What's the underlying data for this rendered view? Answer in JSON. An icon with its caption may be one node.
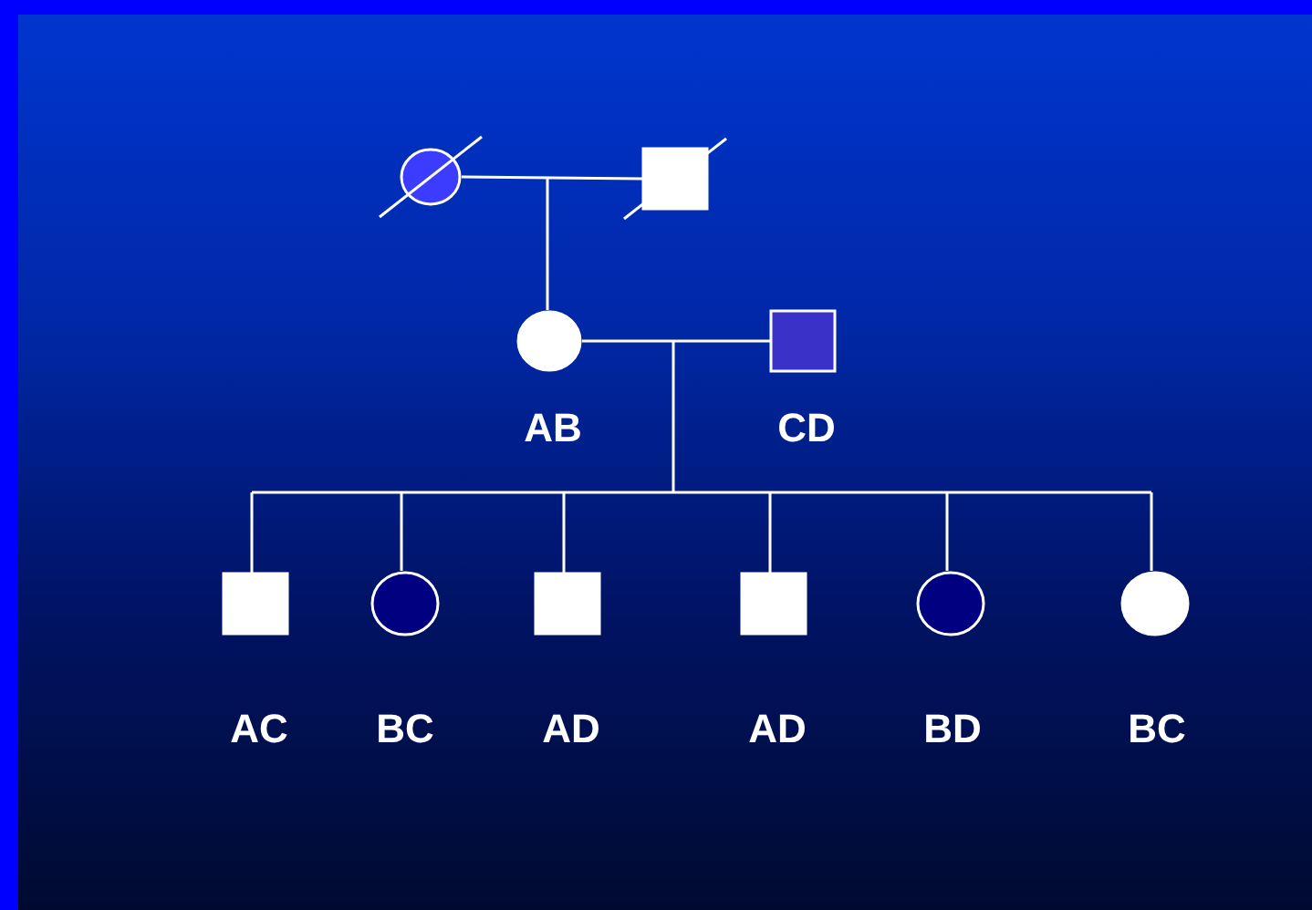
{
  "diagram": {
    "nodes": [
      {
        "text": [],
        "shape": "circle"
      },
      {
        "text": [],
        "shape": "box"
      },
      {
        "text": [],
        "shape": "circle",
        "beside": [
          "AB"
        ]
      },
      {
        "text": [],
        "shape": "box",
        "beside": [
          "CD"
        ]
      },
      {
        "text": [],
        "shape": "box",
        "beside": [
          "AC"
        ]
      },
      {
        "text": [],
        "shape": "circle",
        "beside": [
          "BC"
        ]
      },
      {
        "text": [],
        "shape": "box",
        "beside": [
          "AD"
        ]
      },
      {
        "text": [],
        "shape": "box",
        "beside": [
          "AD"
        ]
      },
      {
        "text": [],
        "shape": "circle",
        "beside": [
          "BD"
        ]
      },
      {
        "text": [],
        "shape": "circle",
        "beside": [
          "BC"
        ]
      }
    ],
    "edges": [
      {
        "from": 0,
        "to": 1,
        "arrow": "none"
      },
      {
        "from": 0,
        "to": 2,
        "arrow": "none"
      },
      {
        "from": 1,
        "to": 2,
        "arrow": "none"
      },
      {
        "from": 2,
        "to": 3,
        "arrow": "none"
      },
      {
        "from": 2,
        "to": 4,
        "arrow": "none"
      },
      {
        "from": 3,
        "to": 4,
        "arrow": "none"
      },
      {
        "from": 2,
        "to": 5,
        "arrow": "none"
      },
      {
        "from": 3,
        "to": 5,
        "arrow": "none"
      },
      {
        "from": 2,
        "to": 6,
        "arrow": "none"
      },
      {
        "from": 3,
        "to": 6,
        "arrow": "none"
      },
      {
        "from": 2,
        "to": 7,
        "arrow": "none"
      },
      {
        "from": 3,
        "to": 7,
        "arrow": "none"
      },
      {
        "from": 2,
        "to": 8,
        "arrow": "none"
      },
      {
        "from": 3,
        "to": 8,
        "arrow": "none"
      },
      {
        "from": 2,
        "to": 9,
        "arrow": "none"
      },
      {
        "from": 3,
        "to": 9,
        "arrow": "none"
      }
    ]
  }
}
